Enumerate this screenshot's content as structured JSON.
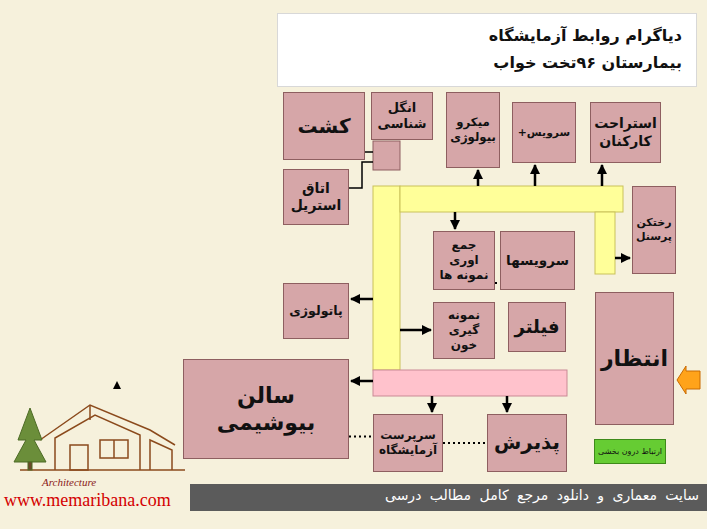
{
  "diagram": {
    "title": "دیاگرام روابط آزمایشگاه بیمارستان ۹۶تخت خواب",
    "nodes": [
      {
        "text": [
          "استراحت کارکنان"
        ]
      },
      {
        "text": [
          "سرویس+"
        ]
      },
      {
        "text": [
          "میکرو بیولوژی"
        ]
      },
      {
        "text": [
          "انگل شناسی"
        ]
      },
      {
        "text": [
          "کشت"
        ]
      },
      {
        "text": [
          "اتاق استریل"
        ]
      },
      {
        "text": [
          "رختکن پرسنل"
        ]
      },
      {
        "text": [
          "سرویسها"
        ]
      },
      {
        "text": [
          "جمع اوری نمونه ها"
        ]
      },
      {
        "text": [
          "فیلتر"
        ]
      },
      {
        "text": [
          "نمونه گیری خون"
        ]
      },
      {
        "text": [
          "پاتولوژی"
        ]
      },
      {
        "text": [
          "انتظار"
        ]
      },
      {
        "text": [
          "سالن بیوشیمی"
        ]
      },
      {
        "text": [
          "پذیرش"
        ]
      },
      {
        "text": [
          "سرپرست آزمایشگاه"
        ]
      }
    ],
    "edges": [
      {
        "from": 8,
        "to": 7,
        "arrow": "none"
      },
      {
        "from": 13,
        "to": 15,
        "arrow": "none"
      },
      {
        "from": 15,
        "to": 14,
        "arrow": "none"
      }
    ],
    "labels": [
      "Architecture",
      "www.memaribana.com",
      "سایت معماری و دانلود مرجع کامل مطالب درسی"
    ],
    "legend": [
      {
        "text": "ارتباط درون بخشی",
        "color": "#66cc33"
      }
    ]
  }
}
